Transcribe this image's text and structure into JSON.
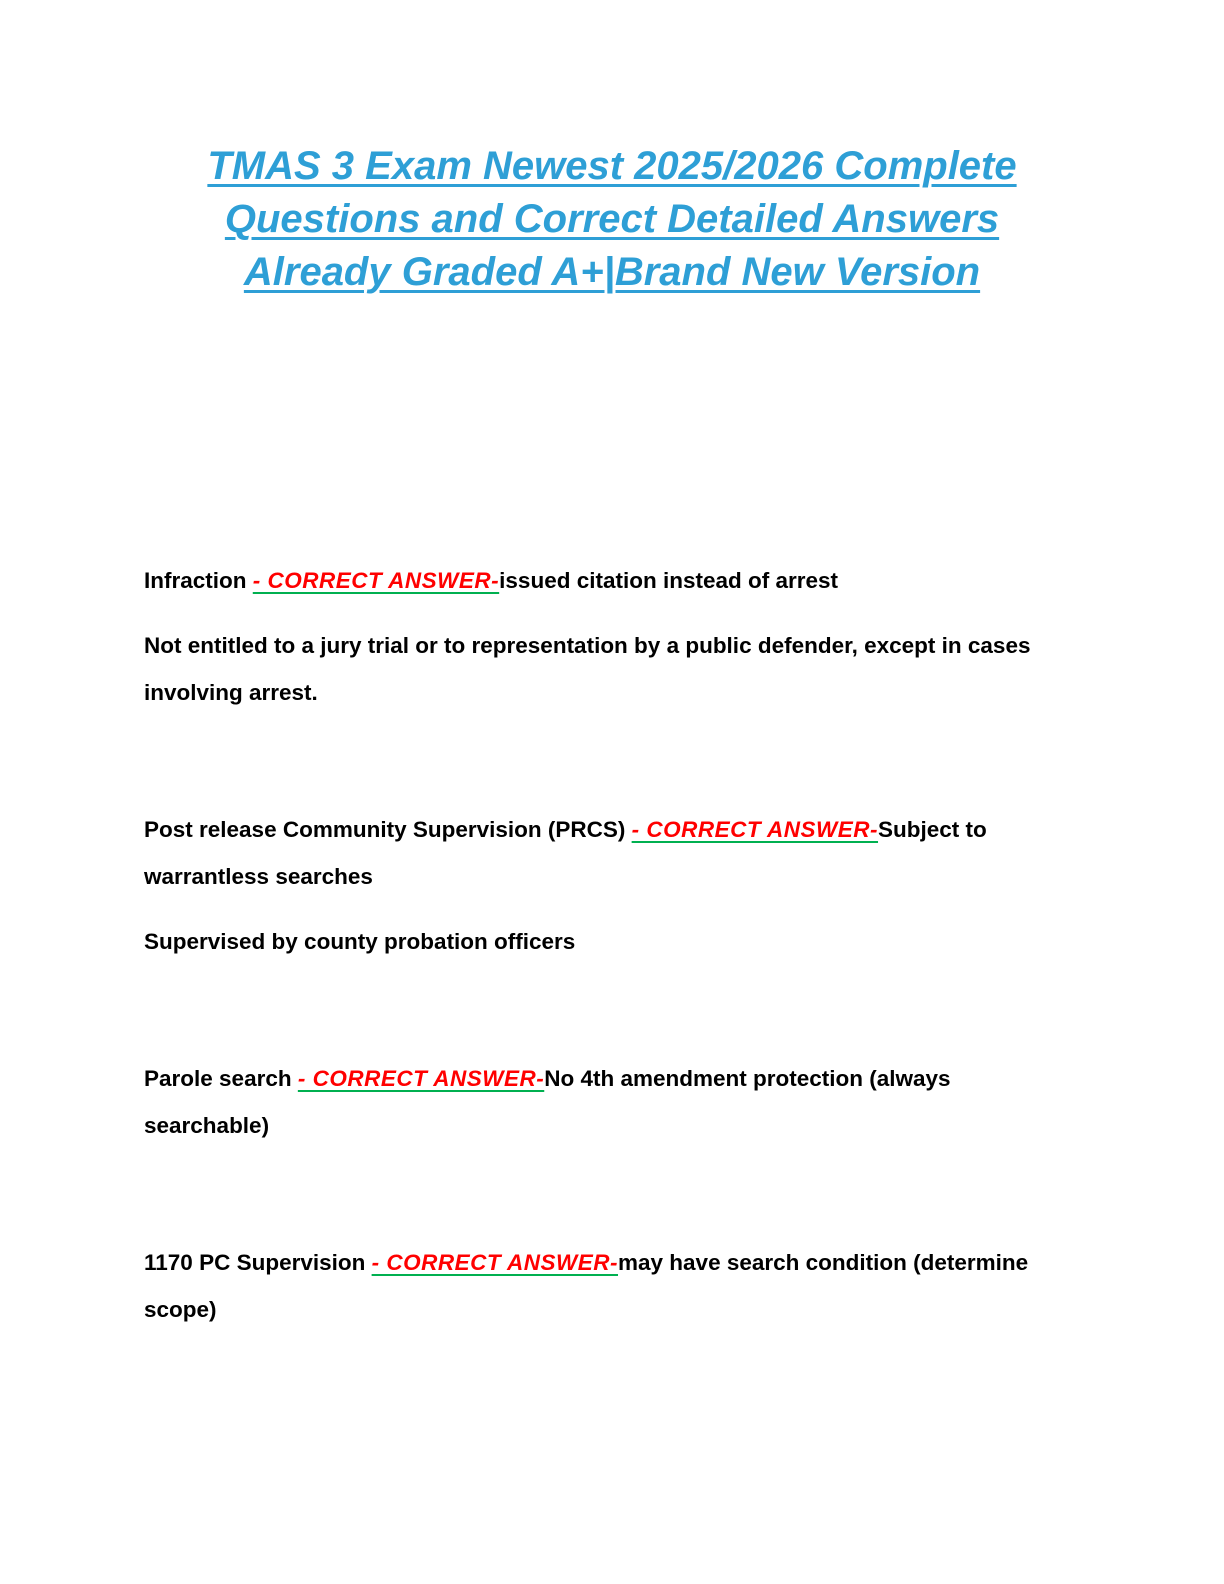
{
  "document": {
    "title": {
      "lines": [
        "TMAS 3 Exam Newest 2025/2026 Complete",
        "Questions and Correct Detailed Answers",
        "Already Graded A+|Brand New Version"
      ],
      "color": "#2E9FD6"
    },
    "marker_label": "- CORRECT ANSWER-",
    "colors": {
      "marker_text": "#FF0000",
      "marker_underline": "#00B050",
      "body_text": "#000000",
      "page_background": "#FFFFFF"
    },
    "qa_items": [
      {
        "term": "Infraction ",
        "answer": "issued citation instead of arrest",
        "notes": [
          "Not entitled to a jury trial or to representation by a public defender, except in cases involving arrest."
        ]
      },
      {
        "term": "Post release Community Supervision (PRCS) ",
        "answer": "Subject to warrantless searches",
        "notes": [
          "Supervised by county probation officers"
        ]
      },
      {
        "term": "Parole search ",
        "answer": "No 4th amendment protection (always searchable)",
        "notes": []
      },
      {
        "term": "1170 PC Supervision ",
        "answer": "may have search condition (determine scope)",
        "notes": []
      }
    ]
  }
}
